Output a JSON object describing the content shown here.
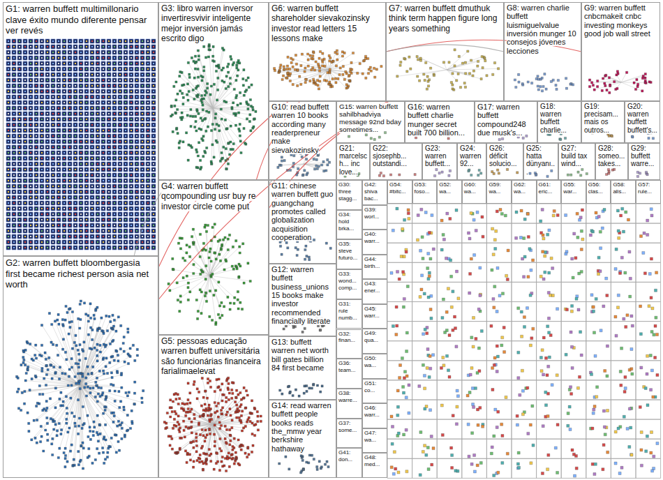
{
  "diagram": {
    "nodes": [
      {
        "text": [
          "G1: warren buffett multimillonario clave éxito mundo diferente pensar ver revés"
        ]
      },
      {
        "text": [
          "G2: warren buffett bloombergasia first became richest person asia net worth"
        ]
      },
      {
        "text": [
          "G3: libro warren inversor invertiresvivir inteligente mejor inversión jamás escrito digo"
        ]
      },
      {
        "text": [
          "G4: warren buffett qcompounding usr buy re investor circle come put"
        ]
      },
      {
        "text": [
          "G5: pessoas educação warren buffett universitária são funcionárias financeira farialimaelevat"
        ]
      },
      {
        "text": [
          "G6: warren buffett shareholder sievakozinsky investor read letters 15 lessons make"
        ]
      },
      {
        "text": [
          "G7: warren buffett dmuthuk think term happen figure long years something"
        ]
      },
      {
        "text": [
          "G8: warren charlie buffett luismiguelvalue inversión munger 10 consejos jóvenes lecciones"
        ]
      },
      {
        "text": [
          "G9: warren buffett cnbcmakeit cnbc investing monkeys good job wall street"
        ]
      },
      {
        "text": [
          "G10: read buffett warren 10 books according many readerpreneur make sievakozinsky"
        ]
      },
      {
        "text": [
          "G11: chinese warren buffett guo guangchang promotes called globalization acquisition cooperation"
        ]
      },
      {
        "text": [
          "G12: warren buffett business_unions 15 books make investor recommended financially literate"
        ]
      },
      {
        "text": [
          "G13: buffett warren net worth bill gates billion 84 first became"
        ]
      },
      {
        "text": [
          "G14: read warren buffett people books reads the_mmw year berkshire hathaway"
        ]
      },
      {
        "text": [
          "G15: warren buffett sahilbhadviya message 92nd bday sometimes..."
        ]
      },
      {
        "text": [
          "G16: warren buffett charlie munger secret built 700 billion..."
        ]
      },
      {
        "text": [
          "G17: warren buffett compound248 due musk's..."
        ]
      },
      {
        "text": [
          "G18: warren buffett charlie..."
        ]
      },
      {
        "text": [
          "G19: precisam... mais os outros..."
        ]
      },
      {
        "text": [
          "G20: warren buffett buffett's..."
        ]
      },
      {
        "text": [
          "G21: marcelsch... inc love..."
        ]
      },
      {
        "text": [
          "G22: sjosephb... outstandi..."
        ]
      },
      {
        "text": [
          "G23: warren buffett..."
        ]
      },
      {
        "text": [
          "G24: warren 92..."
        ]
      },
      {
        "text": [
          "G26: déficit solucio..."
        ]
      },
      {
        "text": [
          "G25: hatta dünyanı..."
        ]
      },
      {
        "text": [
          "G27: build tax wind..."
        ]
      },
      {
        "text": [
          "G28: someo... takes..."
        ]
      },
      {
        "text": [
          "G29: buffett warre..."
        ]
      },
      {
        "text": [
          "G30: three stagg..."
        ]
      },
      {
        "text": [
          "G34: hold brka..."
        ]
      },
      {
        "text": [
          "G35: steve futuro..."
        ]
      },
      {
        "text": [
          "G33: wond... comp..."
        ]
      },
      {
        "text": [
          "G31: rule numb..."
        ]
      },
      {
        "text": [
          "G32: finan..."
        ]
      },
      {
        "text": [
          "G36: team..."
        ]
      },
      {
        "text": [
          "G38: warre..."
        ]
      },
      {
        "text": [
          "G37: some..."
        ]
      },
      {
        "text": [
          "G41: don..."
        ]
      },
      {
        "text": [
          "G42: shiva bac..."
        ]
      },
      {
        "text": [
          "G39: worl..."
        ]
      },
      {
        "text": [
          "G40: warr..."
        ]
      },
      {
        "text": [
          "G44: birth..."
        ]
      },
      {
        "text": [
          "G43: ener..."
        ]
      },
      {
        "text": [
          "G45: warr..."
        ]
      },
      {
        "text": [
          "G49: qua..."
        ]
      },
      {
        "text": [
          "G50: wa..."
        ]
      },
      {
        "text": [
          "G51: co..."
        ]
      },
      {
        "text": [
          "G46: warr..."
        ]
      },
      {
        "text": [
          "G47: wa..."
        ]
      },
      {
        "text": [
          "G48: med..."
        ]
      },
      {
        "text": [
          "G54: #bitc..."
        ]
      },
      {
        "text": [
          "G53: foso..."
        ]
      },
      {
        "text": [
          "G52: wa..."
        ]
      },
      {
        "text": [
          "G60: wa..."
        ]
      },
      {
        "text": [
          "G59: wa..."
        ]
      },
      {
        "text": [
          "G62: wa..."
        ]
      },
      {
        "text": [
          "G61: eric..."
        ]
      },
      {
        "text": [
          "G55: war..."
        ]
      },
      {
        "text": [
          "G56: clas..."
        ]
      },
      {
        "text": [
          "G58: alis..."
        ]
      },
      {
        "text": [
          "G57: rule..."
        ]
      }
    ],
    "edges": [
      {
        "from": 5,
        "to": 1,
        "arrow": "none"
      },
      {
        "from": 5,
        "to": 3,
        "arrow": "none"
      },
      {
        "from": 6,
        "to": 3,
        "arrow": "none"
      },
      {
        "from": 5,
        "to": 2,
        "arrow": "none"
      },
      {
        "from": 6,
        "to": 1,
        "arrow": "none"
      },
      {
        "from": 8,
        "to": 5,
        "arrow": "none"
      },
      {
        "from": 9,
        "to": 3,
        "arrow": "none"
      },
      {
        "from": 2,
        "to": 1,
        "arrow": "none"
      },
      {
        "from": 10,
        "to": 3,
        "arrow": "none"
      },
      {
        "from": 7,
        "to": 5,
        "arrow": "none"
      }
    ]
  }
}
